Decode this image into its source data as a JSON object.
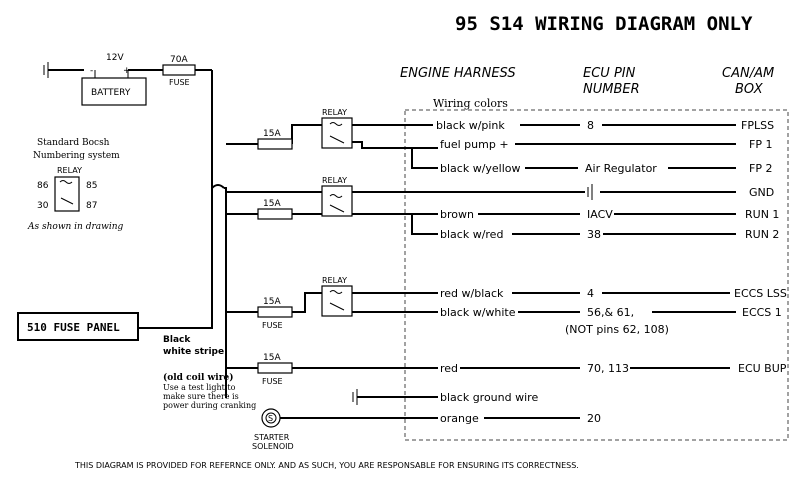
{
  "title": "95 S14 WIRING DIAGRAM ONLY",
  "headers": {
    "engine_harness": "ENGINE HARNESS",
    "ecu_pin_line1": "ECU PIN",
    "ecu_pin_line2": "NUMBER",
    "box_line1": "CAN/AM",
    "box_line2": "BOX"
  },
  "wiring_colors_label": "Wiring colors",
  "battery": {
    "label": "BATTERY",
    "voltage": "12V",
    "minus": "-",
    "plus": "+"
  },
  "main_fuse": {
    "rating": "70A",
    "label": "FUSE"
  },
  "bosch_legend": {
    "line1": "Standard Bocsh",
    "line2": "Numbering system",
    "relay": "RELAY",
    "pin86": "86",
    "pin85": "85",
    "pin30": "30",
    "pin87": "87",
    "note": "As shown in drawing"
  },
  "relay_label": "RELAY",
  "fuse_rating": "15A",
  "fuse_label": "FUSE",
  "fuse_panel": "510 FUSE PANEL",
  "panel_wire": {
    "line1": "Black",
    "line2": "white stripe"
  },
  "coil_note": {
    "line1": "(old coil wire)",
    "line2": "Use a test light to",
    "line3": "make sure there is",
    "line4": "power during cranking"
  },
  "starter": {
    "symbol": "S",
    "line1": "STARTER",
    "line2": "SOLENOID"
  },
  "rows": [
    {
      "color": "black w/pink",
      "pin": "8",
      "box": "FPLSS"
    },
    {
      "color": "fuel pump +",
      "pin": "",
      "box": "FP 1"
    },
    {
      "color": "black w/yellow",
      "pin": "Air Regulator",
      "box": "FP 2"
    },
    {
      "color": "",
      "pin": "",
      "box": "GND"
    },
    {
      "color": "brown",
      "pin": "IACV",
      "box": "RUN 1"
    },
    {
      "color": "black w/red",
      "pin": "38",
      "box": "RUN 2"
    },
    {
      "color": "red w/black",
      "pin": "4",
      "box": "ECCS LSS"
    },
    {
      "color": "black w/white",
      "pin": "56,& 61,",
      "pin_note": "(NOT pins 62, 108)",
      "box": "ECCS 1"
    },
    {
      "color": "red",
      "pin": "70, 113",
      "box": "ECU BUP"
    },
    {
      "color": "black ground wire",
      "pin": "",
      "box": ""
    },
    {
      "color": "orange",
      "pin": "20",
      "box": ""
    }
  ],
  "disclaimer": "THIS DIAGRAM IS PROVIDED FOR REFERNCE ONLY. AND AS SUCH, YOU ARE RESPONSABLE FOR ENSURING ITS CORRECTNESS."
}
